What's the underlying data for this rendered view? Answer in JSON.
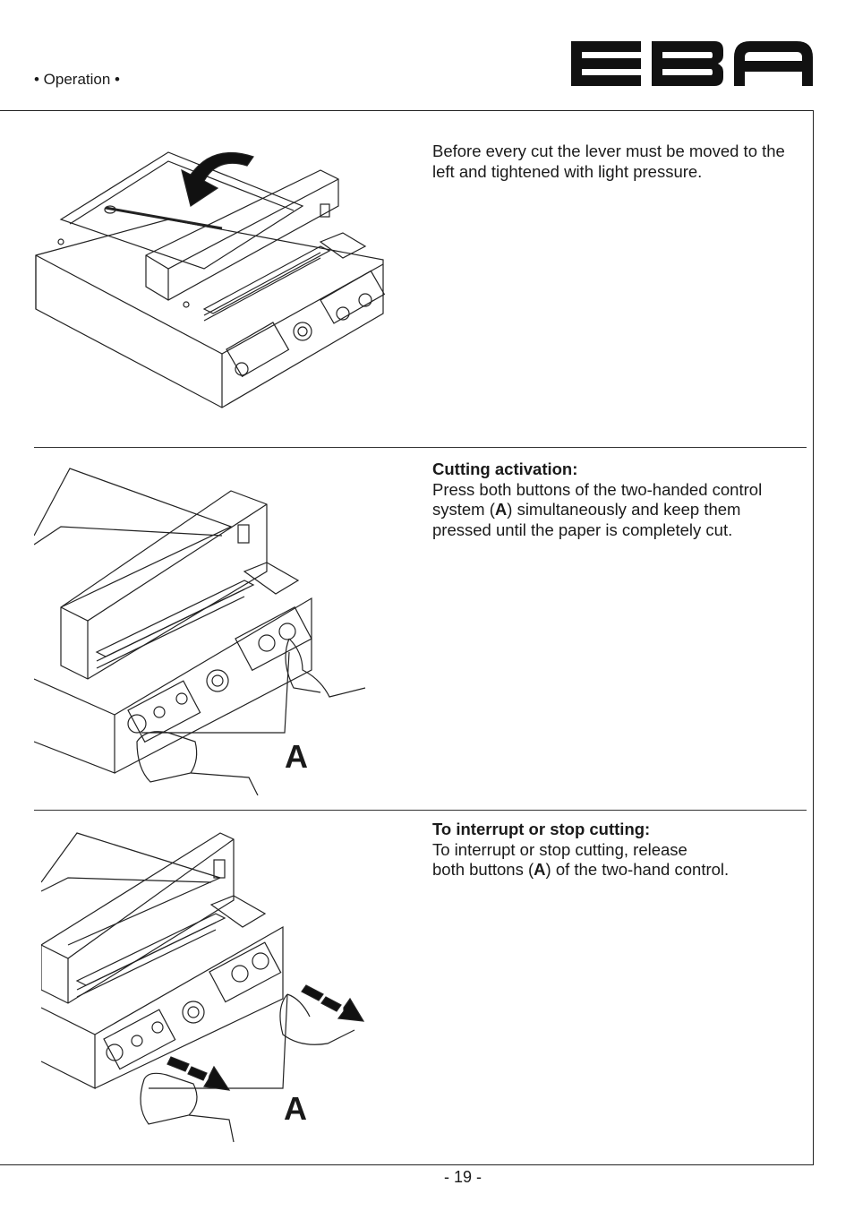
{
  "header": {
    "section_label": "• Operation •",
    "logo_text": "EBA"
  },
  "sections": [
    {
      "text": "Before every cut the lever must be moved to the left and tightened with light pressure."
    },
    {
      "title": "Cutting activation:",
      "text_before": "Press both buttons of the two-handed control system (",
      "bold": "A",
      "text_after": ") simultaneously and keep them pressed until the paper is completely cut.",
      "figure_label": "A"
    },
    {
      "title": "To interrupt or stop cutting:",
      "line1": "To interrupt or stop cutting, release",
      "text_before": "both buttons (",
      "bold": "A",
      "text_after": ") of the two-hand control.",
      "figure_label": "A"
    }
  ],
  "footer": {
    "page_number": "- 19 -"
  }
}
